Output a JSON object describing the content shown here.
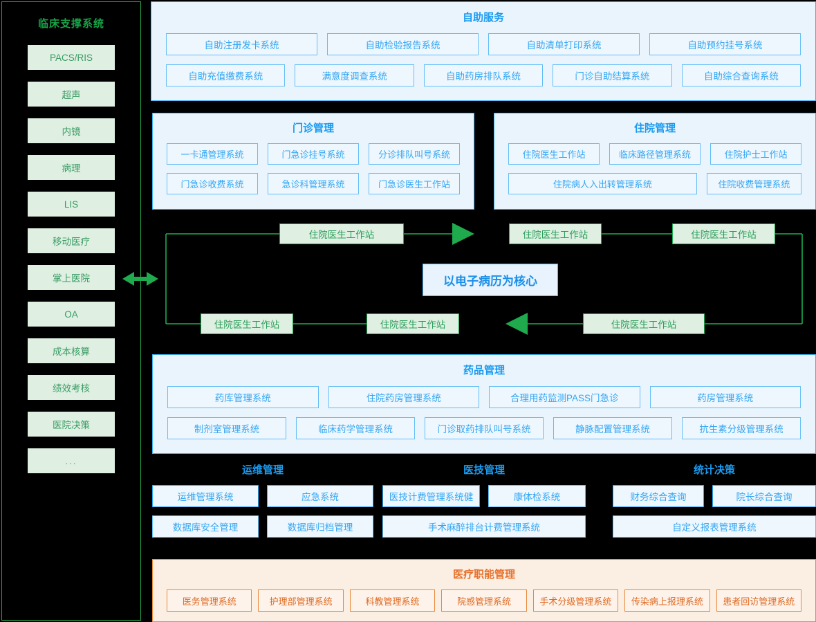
{
  "sidebar": {
    "title": "临床支撑系统",
    "items": [
      {
        "label": "PACS/RIS"
      },
      {
        "label": "超声"
      },
      {
        "label": "内镜"
      },
      {
        "label": "病理"
      },
      {
        "label": "LIS"
      },
      {
        "label": "移动医疗"
      },
      {
        "label": "掌上医院"
      },
      {
        "label": "OA"
      },
      {
        "label": "成本核算"
      },
      {
        "label": "绩效考核"
      },
      {
        "label": "医院决策"
      },
      {
        "label": "..."
      }
    ]
  },
  "self_service": {
    "title": "自助服务",
    "row1": [
      "自助注册发卡系统",
      "自助检验报告系统",
      "自助清单打印系统",
      "自助预约挂号系统"
    ],
    "row2": [
      "自助充值缴费系统",
      "满意度调查系统",
      "自助药房排队系统",
      "门诊自助结算系统",
      "自助综合查询系统"
    ]
  },
  "outpatient": {
    "title": "门诊管理",
    "row1": [
      "一卡通管理系统",
      "门急诊挂号系统",
      "分诊排队叫号系统"
    ],
    "row2": [
      "门急诊收费系统",
      "急诊科管理系统",
      "门急诊医生工作站"
    ]
  },
  "inpatient": {
    "title": "住院管理",
    "row1": [
      "住院医生工作站",
      "临床路径管理系统",
      "住院护士工作站"
    ],
    "row2": [
      "住院病人入出转管理系统",
      "住院收费管理系统"
    ]
  },
  "emr": {
    "core_label": "以电子病历为核心",
    "nodes": [
      {
        "label": "住院医生工作站"
      },
      {
        "label": "住院医生工作站"
      },
      {
        "label": "住院医生工作站"
      },
      {
        "label": "住院医生工作站"
      },
      {
        "label": "住院医生工作站"
      },
      {
        "label": "住院医生工作站"
      }
    ]
  },
  "drug": {
    "title": "药品管理",
    "row1": [
      "药库管理系统",
      "住院药房管理系统",
      "合理用药监测PASS门急诊",
      "药房管理系统"
    ],
    "row2": [
      "制剂室管理系统",
      "临床药学管理系统",
      "门诊取药排队叫号系统",
      "静脉配置管理系统",
      "抗生素分级管理系统"
    ]
  },
  "ops": {
    "title": "运维管理",
    "row1": [
      "运维管理系统",
      "应急系统"
    ],
    "row2": [
      "数据库安全管理",
      "数据库归档管理"
    ]
  },
  "tech": {
    "title": "医技管理",
    "row1": [
      "医技计费管理系统健",
      "康体检系统"
    ],
    "row2": [
      "手术麻醉排台计费管理系统"
    ]
  },
  "stats": {
    "title": "统计决策",
    "row1": [
      "财务综合查询",
      "院长综合查询"
    ],
    "row2": [
      "自定义报表管理系统"
    ]
  },
  "med_func": {
    "title": "医疗职能管理",
    "row1": [
      "医务管理系统",
      "护理部管理系统",
      "科教管理系统",
      "院感管理系统",
      "手术分级管理系统",
      "传染病上报理系统",
      "患者回访管理系统"
    ]
  },
  "colors": {
    "green": "#1faa4e",
    "green_fill": "#dff0e3",
    "blue": "#1a9bf0",
    "blue_fill": "#eaf4fd",
    "orange": "#e8893d",
    "orange_fill": "#fbeee2",
    "background": "#000000"
  }
}
